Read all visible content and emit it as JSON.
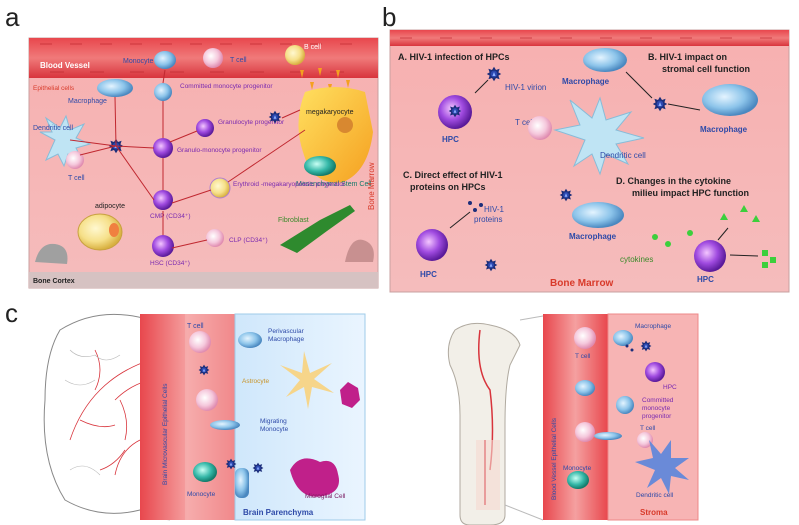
{
  "panels": {
    "a": {
      "letter": "a",
      "labels": {
        "blood_vessel": "Blood Vessel",
        "monocyte": "Monocyte",
        "t_cell_top": "T cell",
        "b_cell": "B cell",
        "epithelial_cells": "Epithelial cells",
        "macrophage": "Macrophage",
        "committed_monocyte_progenitor": "Committed monocyte progenitor",
        "dendritic_cell": "Dendritic cell",
        "granulocyte_progenitor": "Granulocyte progenitor",
        "megakaryocyte": "megakaryocyte",
        "granulo_monocyte_progenitor": "Granulo-monocyte progenitor",
        "t_cell_left": "T cell",
        "mesenchymal_stem_cell": "Mesenchymal Stem Cell",
        "bone_marrow": "Bone Marrow",
        "erythroid_megakaryopoietic": "Erythroid -megakaryopoietic progenitor",
        "cmp": "CMP (CD34⁺)",
        "adipocyte": "adipocyte",
        "fibroblast": "Fibroblast",
        "clp": "CLP (CD34⁺)",
        "hsc": "HSC (CD34⁺)",
        "bone_cortex": "Bone Cortex"
      }
    },
    "b": {
      "letter": "b",
      "labels": {
        "section_a": "A. HIV-1 infection of HPCs",
        "section_b": "B. HIV-1 impact on stromal cell function",
        "macrophage_top": "Macrophage",
        "hiv_virion": "HIV-1 virion",
        "hpc_1": "HPC",
        "macrophage_right": "Macrophage",
        "t_cell": "T cell",
        "dendritic_cell": "Dendritic cell",
        "section_c": "C. Direct effect of HIV-1 proteins on HPCs",
        "section_d": "D. Changes in the cytokine milieu impact HPC function",
        "hiv_proteins": "HIV-1 proteins",
        "macrophage_bottom": "Macrophage",
        "hpc_2": "HPC",
        "cytokines": "cytokines",
        "hpc_3": "HPC",
        "bone_marrow": "Bone Marrow"
      }
    },
    "c": {
      "letter": "c",
      "brain_labels": {
        "t_cell": "T cell",
        "perivascular_macrophage": "Perivascular Macrophage",
        "astrocyte": "Astrocyte",
        "migrating_monocyte": "Migrating Monocyte",
        "vessel_side": "Brain Microvascular Epithelial Cells",
        "monocyte": "Monocyte",
        "microglial_cell": "Microglial Cell",
        "brain_parenchyma": "Brain Parenchyma"
      },
      "bone_labels": {
        "t_cell_vessel": "T cell",
        "macrophage": "Macrophage",
        "hpc": "HPC",
        "committed_monocyte_progenitor": "Committed monocyte progenitor",
        "t_cell_stroma": "T cell",
        "vessel_side": "Blood Vessel Epithelial Cells",
        "monocyte": "Monocyte",
        "dendritic_cell": "Dendritic cell",
        "stroma": "Stroma"
      }
    }
  },
  "colors": {
    "tissue": "#f6a8a8",
    "vessel": "#e8474d",
    "bone": "#d9c6c6",
    "cell_purple": "#8a3fd8",
    "virion": "#1c2e7a",
    "label_blue": "#2e4aa8",
    "label_red": "#d83a2a",
    "label_green": "#3b8a2a"
  }
}
